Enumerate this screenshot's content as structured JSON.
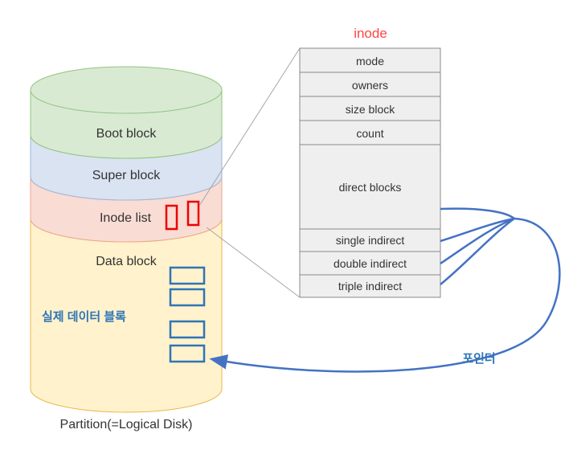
{
  "disk": {
    "layers": [
      {
        "key": "boot",
        "label": "Boot block",
        "color": "#d9ead3"
      },
      {
        "key": "super",
        "label": "Super block",
        "color": "#dae3f2"
      },
      {
        "key": "inode",
        "label": "Inode list",
        "color": "#f9dcd4"
      },
      {
        "key": "data",
        "label": "Data block",
        "color": "#fff2cc"
      }
    ],
    "caption": "Partition(=Logical Disk)",
    "data_blocks_label": "실제 데이터 블록"
  },
  "inode_table": {
    "title": "inode",
    "rows": [
      "mode",
      "owners",
      "size block",
      "count",
      "direct blocks",
      "single indirect",
      "double indirect",
      "triple indirect"
    ]
  },
  "pointer_label": "포인터",
  "colors": {
    "title_red": "#ff4444",
    "marker_red": "#ee0000",
    "block_blue": "#2e75b6",
    "arrow_blue": "#4472c4",
    "table_fill": "#efefef",
    "table_border": "#8a8a8a",
    "disk_outline": "#c9c9c9",
    "connector_gray": "#a6a6a6",
    "text_dark": "#333333",
    "label_blue": "#2e75b6"
  }
}
